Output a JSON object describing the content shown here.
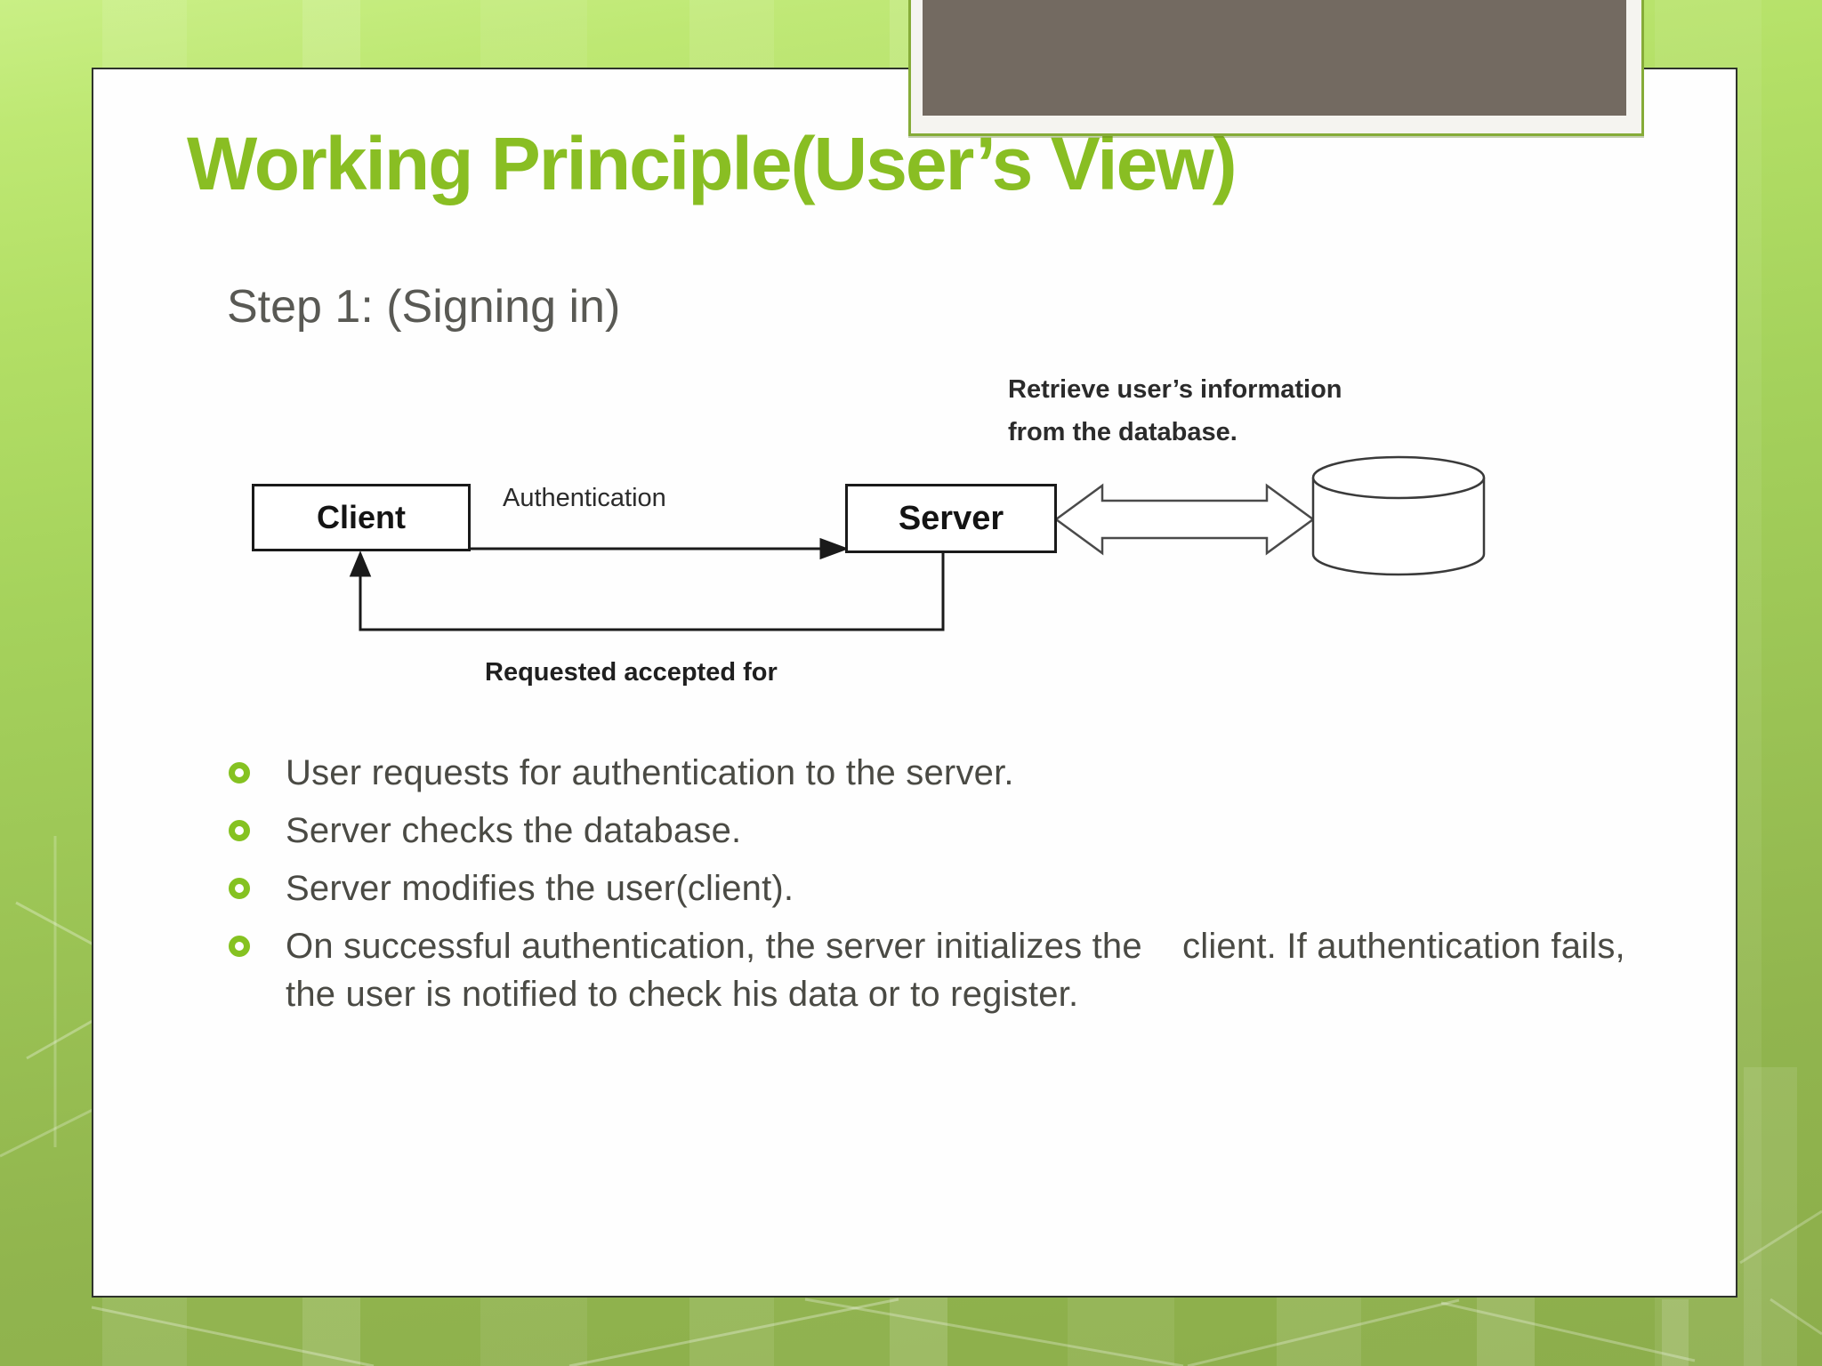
{
  "slide": {
    "title": "Working Principle(User’s View)",
    "subtitle": "Step 1: (Signing in)",
    "diagram": {
      "client_label": "Client",
      "authentication_label": "Authentication",
      "server_label": "Server",
      "retrieve_line1": "Retrieve user’s information",
      "retrieve_line2": "from the database.",
      "requested_label": "Requested accepted for"
    },
    "bullets": [
      "User requests for authentication to the server.",
      "Server checks the database.",
      "Server modifies the user(client).",
      "On successful authentication, the server initializes the    client. If authentication fails, the user is notified to check his data or to register."
    ],
    "colors": {
      "title_green": "#89be23",
      "bullet_ring_green": "#85c221",
      "body_text_gray": "#4a4a44",
      "frame_photo_brown": "#736a61",
      "frame_border_green": "#86ac38",
      "background_green": "#a5d25c",
      "diagram_ink": "#1a1a1a"
    }
  }
}
